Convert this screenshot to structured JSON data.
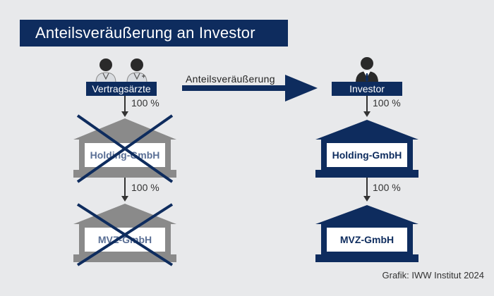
{
  "title": "Anteilsveräußerung an Investor",
  "left": {
    "owner_label": "Vertragsärzte",
    "share_top": "100 %",
    "holding_label": "Holding-GmbH",
    "share_bottom": "100 %",
    "mvz_label": "MVZ-GmbH"
  },
  "arrow_label": "Anteilsveräußerung",
  "right": {
    "owner_label": "Investor",
    "share_top": "100 %",
    "holding_label": "Holding-GmbH",
    "share_bottom": "100 %",
    "mvz_label": "MVZ-GmbH"
  },
  "credit": "Grafik: IWW Institut 2024",
  "colors": {
    "navy": "#0e2c5e",
    "gray_house": "#8a8a8a",
    "background": "#e8e9eb"
  },
  "icons": [
    "doctor-icon",
    "doctor-icon",
    "businessman-icon",
    "cross-out-icon"
  ]
}
